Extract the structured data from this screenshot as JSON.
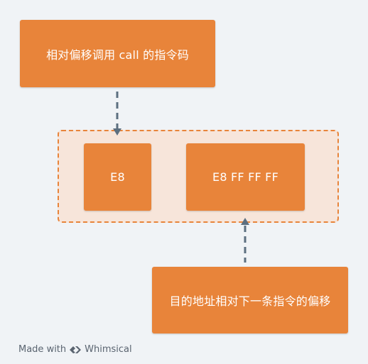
{
  "diagram": {
    "title_box": "相对偏移调用 call 的指令码",
    "opcode_box": "E8",
    "offset_box": "E8 FF FF FF",
    "desc_box": "目的地址相对下一条指令的偏移"
  },
  "footer": {
    "made_with": "Made with",
    "brand": "Whimsical"
  },
  "colors": {
    "box_fill": "#e8843a",
    "group_fill": "#f7e5da",
    "arrow": "#5c6f80",
    "background": "#f0f3f6"
  }
}
